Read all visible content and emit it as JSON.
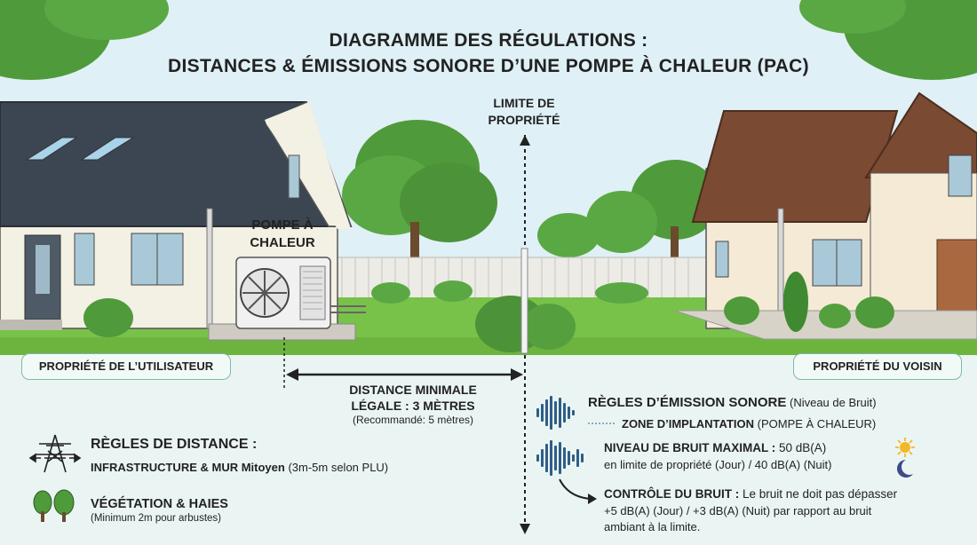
{
  "header": {
    "title_line1": "DIAGRAMME DES RÉGULATIONS :",
    "title_line2": "DISTANCES & ÉMISSIONS SONORE D’UNE POMPE À CHALEUR (PAC)"
  },
  "labels": {
    "property_limit": [
      "LIMITE DE",
      "PROPRIÉTÉ"
    ],
    "heat_pump": [
      "POMPE À",
      "CHALEUR"
    ],
    "user_property": "PROPRIÉTÉ DE L’UTILISATEUR",
    "neighbor_property": "PROPRIÉTÉ DU VOISIN"
  },
  "distance": {
    "line1": "DISTANCE MINIMALE",
    "line2": "LÉGALE : 3 MÈTRES",
    "note": "(Recommandé: 5 mètres)"
  },
  "distance_rules": {
    "title": "RÈGLES DE DISTANCE :",
    "infra_bold": "INFRASTRUCTURE & MUR Mitoyen",
    "infra_detail": " (3m-5m selon PLU)",
    "veg_title": "VÉGÉTATION & HAIES",
    "veg_detail": "(Minimum 2m pour arbustes)"
  },
  "noise_rules": {
    "title_bold": "RÈGLES D’ÉMISSION SONORE",
    "title_detail": " (Niveau de Bruit)",
    "zone_bold": "ZONE D’IMPLANTATION",
    "zone_detail": " (POMPE À CHALEUR)",
    "max_bold": "NIVEAU DE BRUIT MAXIMAL :",
    "max_detail": " 50 dB(A)",
    "max_line2": "en limite de propriété (Jour) / 40 dB(A) (Nuit)",
    "control_bold": "CONTRÔLE DU BRUIT :",
    "control_detail": " Le bruit ne doit pas dépasser",
    "control_line2": "+5 dB(A) (Jour) / +3 dB(A) (Nuit) par rapport au bruit",
    "control_line3": "ambiant à la limite."
  },
  "icons": {
    "pylon": "pylon-icon",
    "trees": "trees-icon",
    "sound_wave": "sound-wave-icon",
    "sun": "sun-icon",
    "moon": "moon-icon"
  },
  "colors": {
    "sky": "#dff0f6",
    "lawn": "#79c24a",
    "roof_left": "#3b4652",
    "roof_right": "#7a4a32",
    "panel_bg": "#eaf5f3",
    "accent_border": "#7fb8a8",
    "wave": "#2f5e86"
  }
}
